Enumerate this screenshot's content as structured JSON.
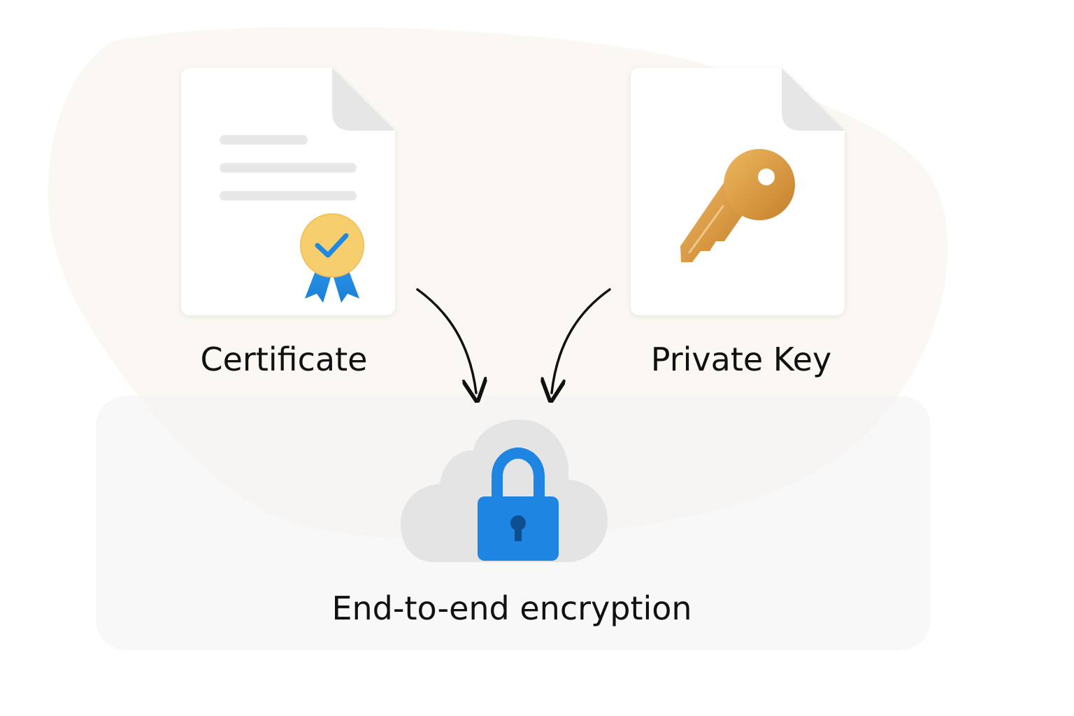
{
  "diagram": {
    "certificate": {
      "label": "Certificate",
      "icon": "certificate-badge-icon"
    },
    "private_key": {
      "label": "Private Key",
      "icon": "key-icon"
    },
    "result": {
      "label": "End-to-end encryption",
      "icon": "cloud-lock-icon"
    }
  },
  "colors": {
    "background_blob": "#FBF7F2",
    "panel": "#F4F4F4",
    "document": "#FFFFFF",
    "document_fold": "#E6E6E6",
    "text_lines": "#E8E8E8",
    "badge_gold": "#F7CE6E",
    "badge_check": "#1E88E5",
    "ribbon": "#1E88E5",
    "key_gold": "#D9953F",
    "cloud": "#E4E4E4",
    "lock_blue": "#1E86E2",
    "arrow": "#111111",
    "text": "#111111"
  }
}
